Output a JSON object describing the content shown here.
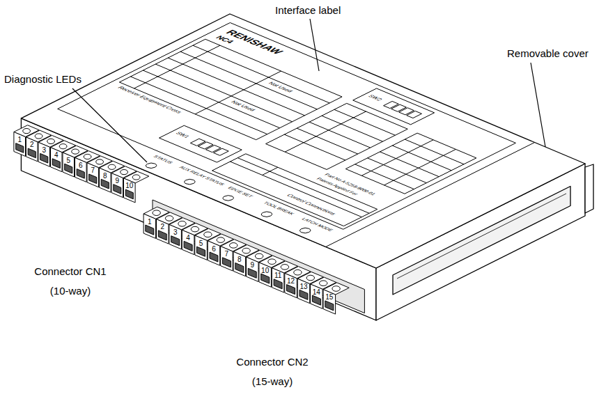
{
  "diagram": {
    "labels": [
      "Interface label",
      "Removable cover",
      "Diagnostic LEDs",
      "Connector CN1 (10-way)",
      "Connector CN2 (15-way)",
      "RENISHAW",
      "NC4",
      "SW1",
      "SW2",
      "Part No A-5259-9000-01",
      "Patents Applied For",
      "Receiver Equipment Cross",
      "Control Connections",
      "Not Used",
      "Not Used",
      "STATUS",
      "AUX RELAY STATUS",
      "EDGE SET",
      "TOOL BREAK",
      "LATCH MODE",
      "1",
      "2",
      "3",
      "4",
      "5",
      "6",
      "7",
      "8",
      "9",
      "10",
      "1",
      "2",
      "3",
      "4",
      "5",
      "6",
      "7",
      "8",
      "9",
      "10",
      "11",
      "12",
      "13",
      "14",
      "15"
    ]
  }
}
